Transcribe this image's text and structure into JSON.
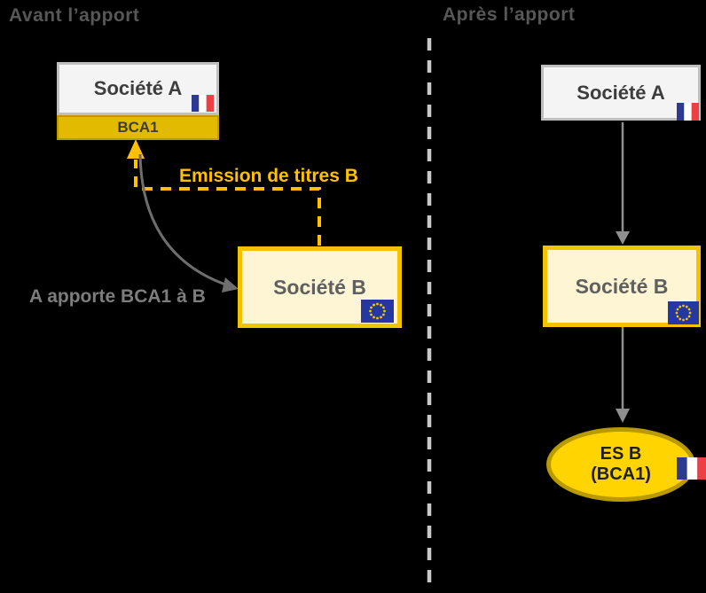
{
  "left_panel": {
    "title": "Avant l’apport",
    "societe_a": {
      "label": "Société A",
      "flag": "france-flag"
    },
    "bca1": {
      "label": "BCA1"
    },
    "societe_b": {
      "label": "Société B",
      "flag": "eu-flag"
    },
    "emission_label": "Emission de titres B",
    "apport_label": "A apporte BCA1 à B"
  },
  "right_panel": {
    "title": "Après l’apport",
    "societe_a": {
      "label": "Société A",
      "flag": "france-flag"
    },
    "societe_b": {
      "label": "Société B",
      "flag": "eu-flag"
    },
    "es_b": {
      "line1": "ES B",
      "line2": "(BCA1)",
      "flag": "france-flag"
    }
  },
  "colors": {
    "background": "#000000",
    "accent_gold": "#ffc000",
    "bca1_fill": "#e2bb00",
    "gray_box_fill": "#f4f4f4",
    "gray_box_border": "#bfbfbf",
    "b_box_fill": "#fdf5d3",
    "b_box_border": "#f3c300",
    "ellipse_fill": "#ffd400",
    "ellipse_border": "#b99b00",
    "title_gray": "#575757",
    "arrow_gray": "#8f8f8f",
    "divider_gray": "#c9c9c9",
    "flag_blue": "#2c3a92",
    "flag_red": "#ee3f44",
    "eu_flag_blue": "#2438a0",
    "eu_star_gold": "#f7c600"
  }
}
